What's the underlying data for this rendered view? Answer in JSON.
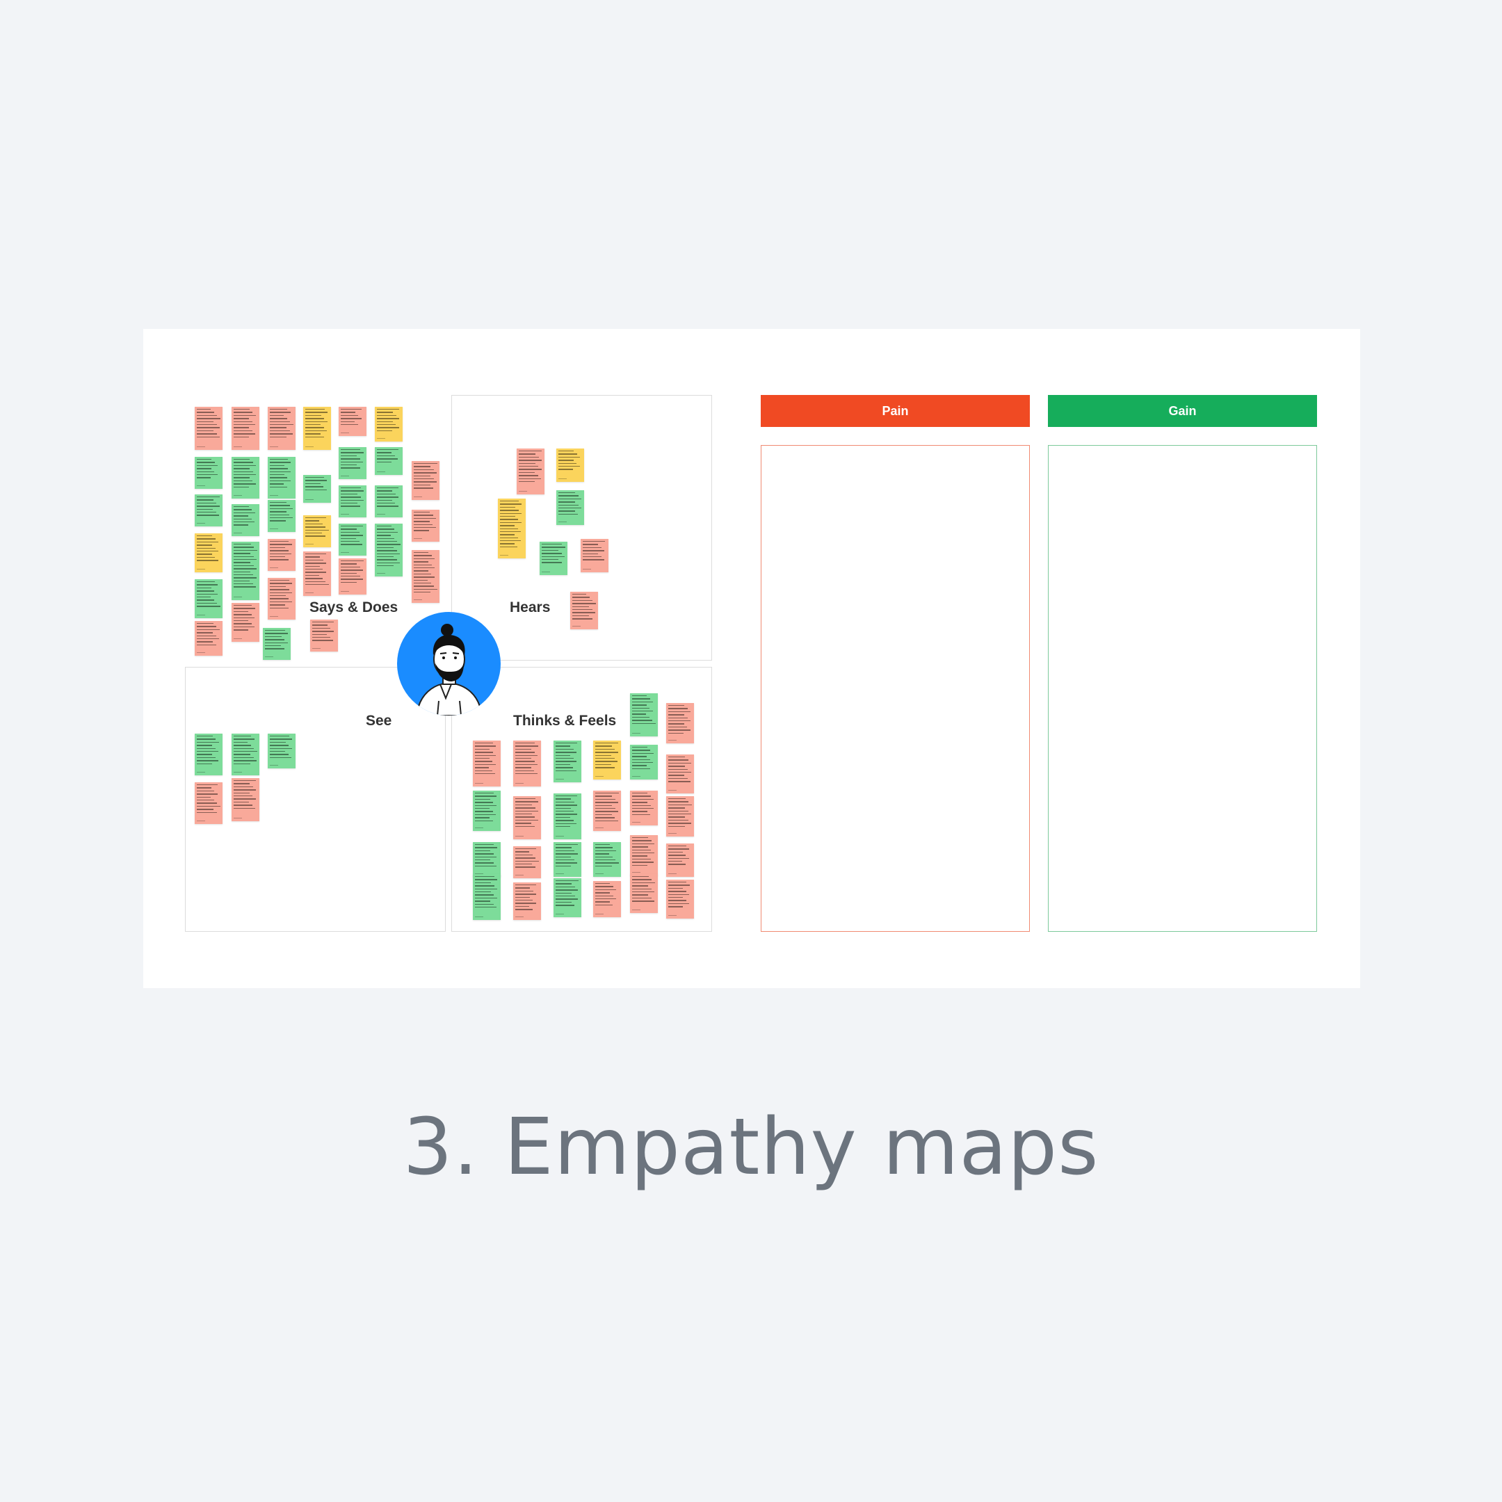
{
  "page_title": "3. Empathy maps",
  "quadrants": {
    "says_does": "Says & Does",
    "hears": "Hears",
    "see": "See",
    "thinks_feels": "Thinks & Feels"
  },
  "pain_header": "Pain",
  "gain_header": "Gain",
  "colors": {
    "pain": "#f04a23",
    "gain": "#16ad5b",
    "avatar_bg": "#1a8cff",
    "sticky_red": "#f9a99a",
    "sticky_green": "#7ddc9a",
    "sticky_yellow": "#fbd45c",
    "sticky_purple": "#d3b1f6",
    "sticky_cyan": "#72d7ef"
  },
  "icons": {
    "avatar": "persona-avatar-icon"
  }
}
